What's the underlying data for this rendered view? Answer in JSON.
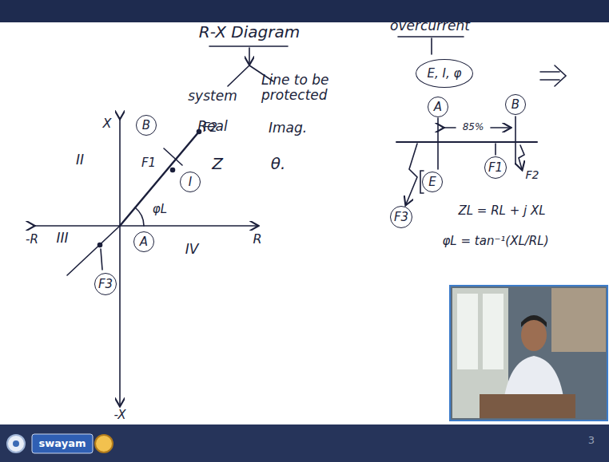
{
  "diagram": {
    "nodes": [
      {
        "text": [
          "B"
        ]
      },
      {
        "text": [
          "I"
        ]
      },
      {
        "text": [
          "A"
        ]
      },
      {
        "text": [
          "F3"
        ]
      },
      {
        "text": [
          "E, I, φ"
        ]
      },
      {
        "text": [
          "A"
        ]
      },
      {
        "text": [
          "B"
        ]
      },
      {
        "text": [
          "F1"
        ]
      },
      {
        "text": [
          "E"
        ]
      },
      {
        "text": [
          "F3"
        ]
      }
    ],
    "labels": [
      "R-X Diagram",
      "system",
      "Line to be protected",
      "Real",
      "Imag.",
      "Z",
      "θ.",
      "overcurrent",
      "X",
      "R",
      "-R",
      "-X",
      "II",
      "III",
      "IV",
      "F2",
      "F1",
      "φL",
      "F2",
      "85%",
      "ZL = RL + j XL",
      "φL = tan⁻¹(XL/RL)",
      "swayam",
      "3"
    ]
  }
}
